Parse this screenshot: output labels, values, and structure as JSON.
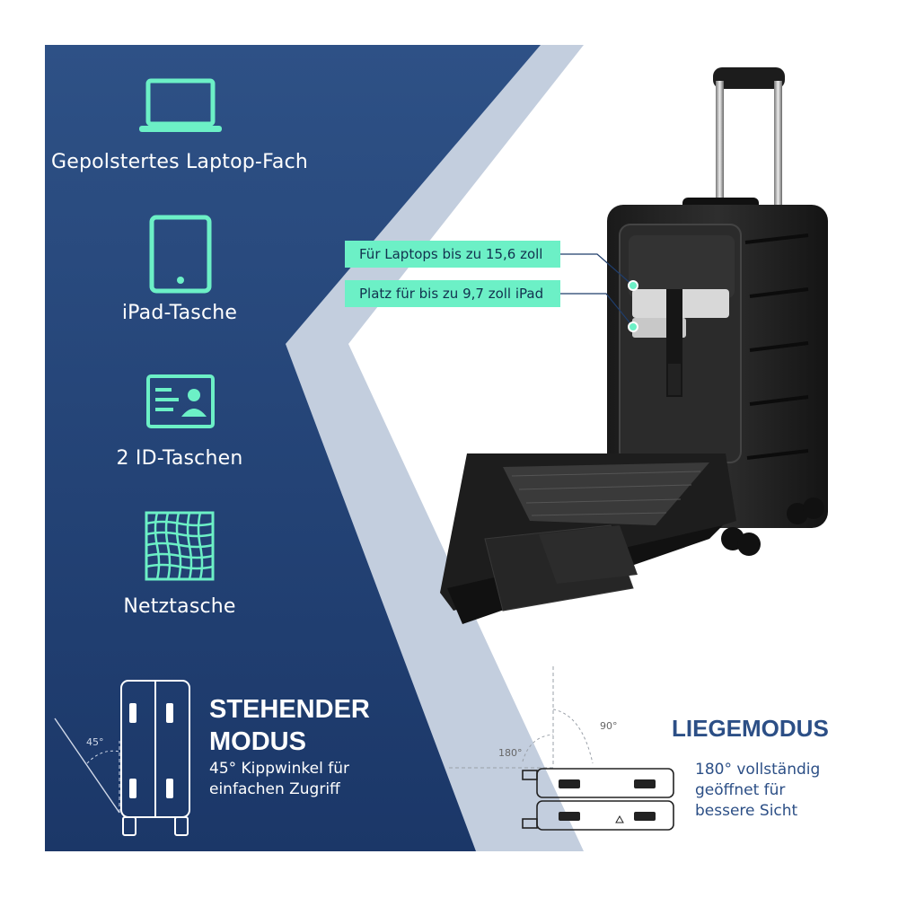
{
  "features": [
    {
      "icon": "laptop-icon",
      "label": "Gepolstertes Laptop-Fach"
    },
    {
      "icon": "tablet-icon",
      "label": "iPad-Tasche"
    },
    {
      "icon": "id-card-icon",
      "label": "2 ID-Taschen"
    },
    {
      "icon": "mesh-net-icon",
      "label": "Netztasche"
    }
  ],
  "callouts": {
    "laptop": "Für Laptops bis zu 15,6 zoll",
    "ipad": "Platz für bis zu 9,7 zoll iPad"
  },
  "standing_mode": {
    "title_line1": "STEHENDER",
    "title_line2": "MODUS",
    "text_line1": "45° Kippwinkel für",
    "text_line2": "einfachen Zugriff",
    "angle": "45°"
  },
  "lying_mode": {
    "title": "LIEGEMODUS",
    "text_line1": "180° vollständig",
    "text_line2": "geöffnet für",
    "text_line3": "bessere Sicht",
    "angle_180": "180°",
    "angle_90": "90°"
  },
  "colors": {
    "panel_top": "#2e5186",
    "panel_bottom": "#1b3768",
    "chevron": "#c3cede",
    "accent": "#6cf0c6",
    "dark_text": "#2c4f86"
  }
}
